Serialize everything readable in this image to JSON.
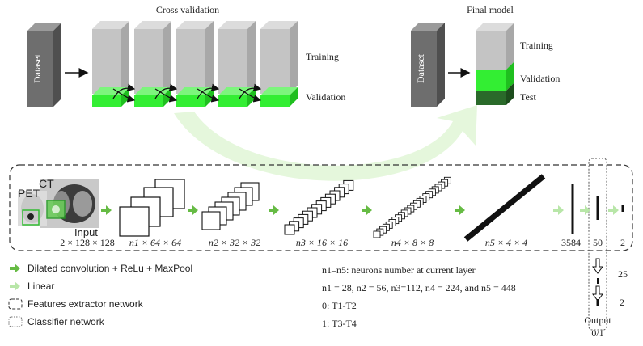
{
  "cross_validation": {
    "title": "Cross validation",
    "dataset_label": "Dataset",
    "training_label": "Training",
    "validation_label": "Validation"
  },
  "final_model": {
    "title": "Final model",
    "dataset_label": "Dataset",
    "training_label": "Training",
    "validation_label": "Validation",
    "test_label": "Test"
  },
  "network": {
    "pet_label": "PET",
    "ct_label": "CT",
    "input_label": "Input",
    "input_dims": "2 × 128 × 128",
    "layer1_dims": "n1 × 64 × 64",
    "layer2_dims": "n2 × 32 × 32",
    "layer3_dims": "n3 × 16 × 16",
    "layer4_dims": "n4 × 8 × 8",
    "layer5_dims": "n5 × 4 × 4",
    "flat_dims": "3584",
    "fc_dims": "50",
    "out_dims": "2",
    "side_25": "25",
    "side_2": "2",
    "output_label": "Output",
    "output_values": "0/1"
  },
  "legend": {
    "dilated": "Dilated convolution + ReLu + MaxPool",
    "linear": "Linear",
    "features": "Features extractor network",
    "classifier": "Classifier network"
  },
  "notes": {
    "neurons": "n1–n5: neurons number at current layer",
    "values": "n1 = 28, n2 = 56, n3=112, n4 = 224, and n5 = 448",
    "class0": "0: T1-T2",
    "class1": "1: T3-T4"
  },
  "colors": {
    "green_bright": "#33ee33",
    "green_dark": "#2a6a2a",
    "grey_box": "#bfbfbf",
    "dataset_grey": "#6e6e6e",
    "arrow_green": "#66bb44",
    "arrow_light": "#b8e6a8"
  }
}
